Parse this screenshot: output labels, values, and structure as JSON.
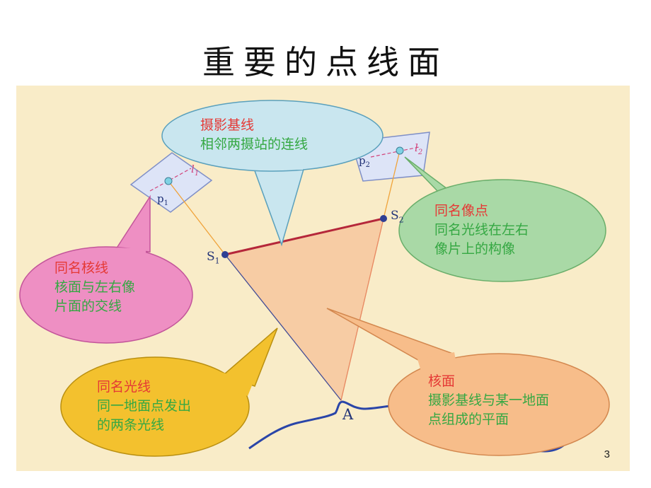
{
  "title": "重要的点线面",
  "callouts": {
    "baseline": {
      "head": "摄影基线",
      "body": [
        "相邻两摄站的连线"
      ]
    },
    "corresponding_point": {
      "head": "同名像点",
      "body": [
        "同名光线在左右",
        "像片上的构像"
      ]
    },
    "epipolar_line": {
      "head": "同名核线",
      "body": [
        "核面与左右像",
        "片面的交线"
      ]
    },
    "corresponding_ray": {
      "head": "同名光线",
      "body": [
        "同一地面点发出",
        "的两条光线"
      ]
    },
    "epipolar_plane": {
      "head": "核面",
      "body": [
        "摄影基线与某一地面",
        "点组成的平面"
      ]
    }
  },
  "labels": {
    "p1": "p",
    "p1_sub": "1",
    "p2": "p",
    "p2_sub": "2",
    "s1": "S",
    "s1_sub": "1",
    "s2": "S",
    "s2_sub": "2",
    "l1": "l",
    "l1_sub": "1",
    "l2": "l",
    "l2_sub": "2",
    "a": "A"
  },
  "page_number": "3",
  "colors": {
    "background_panel": "#f9ecc8",
    "callout_head": "#e53935",
    "callout_body": "#35a843",
    "baseline_bubble": "#c9e6ef",
    "point_bubble": "#a9d9a6",
    "epipolar_line_bubble": "#ee8fc3",
    "ray_bubble": "#f3c12e",
    "plane_bubble": "#f7bd8a",
    "epipolar_plane_fill": "#f6c9a0",
    "terrain": "#2a45a8"
  }
}
